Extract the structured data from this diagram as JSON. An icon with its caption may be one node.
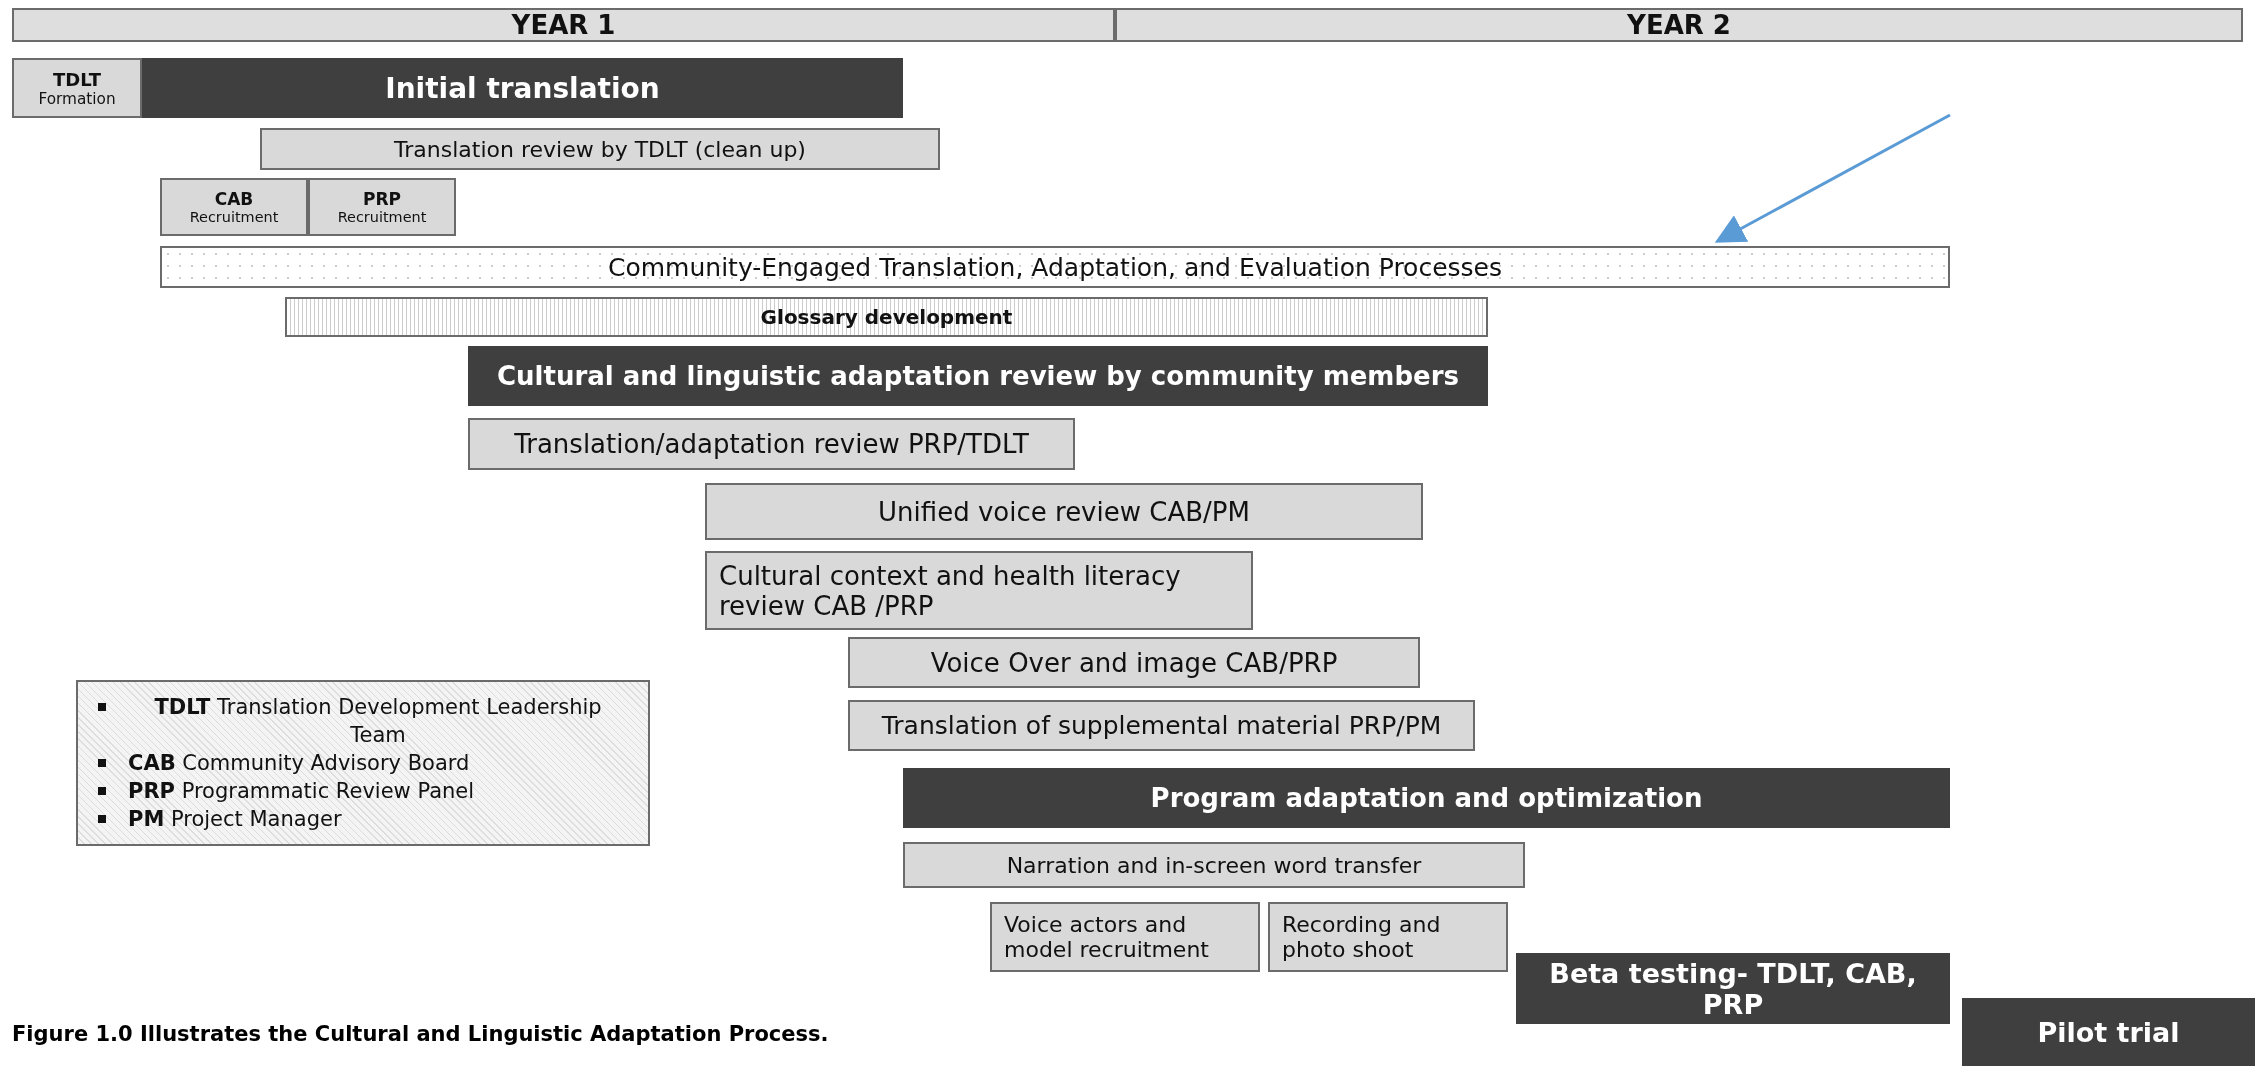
{
  "diagram": {
    "caption": "Figure 1.0 Illustrates the Cultural and Linguistic Adaptation Process.",
    "nodes": [
      {
        "text": [
          "YEAR 1"
        ]
      },
      {
        "text": [
          "YEAR 2"
        ]
      },
      {
        "text": [
          "TDLT",
          "Formation"
        ]
      },
      {
        "text": [
          "Initial translation"
        ]
      },
      {
        "text": [
          "Translation review by TDLT (clean up)"
        ]
      },
      {
        "text": [
          "CAB",
          "Recruitment"
        ]
      },
      {
        "text": [
          "PRP",
          "Recruitment"
        ]
      },
      {
        "text": [
          "Community-Engaged Translation, Adaptation, and Evaluation Processes"
        ]
      },
      {
        "text": [
          "Glossary development"
        ]
      },
      {
        "text": [
          "Cultural and linguistic adaptation review by community members"
        ]
      },
      {
        "text": [
          "Translation/adaptation review PRP/TDLT"
        ]
      },
      {
        "text": [
          "Unified voice review CAB/PM"
        ]
      },
      {
        "text": [
          "Cultural context and health literacy review CAB /PRP"
        ]
      },
      {
        "text": [
          "Voice Over and image CAB/PRP"
        ]
      },
      {
        "text": [
          "Translation of supplemental material PRP/PM"
        ]
      },
      {
        "text": [
          "Program adaptation and optimization"
        ]
      },
      {
        "text": [
          "Narration and in-screen word transfer"
        ]
      },
      {
        "text": [
          "Voice actors and model recruitment"
        ]
      },
      {
        "text": [
          "Recording and photo shoot"
        ]
      },
      {
        "text": [
          "Beta testing- TDLT, CAB, PRP"
        ]
      },
      {
        "text": [
          "Pilot trial"
        ]
      },
      {
        "text": [
          "**TDLT** Translation Development Leadership Team",
          "**CAB** Community Advisory Board",
          "**PRP** Programmatic Review Panel",
          "**PM** Project Manager"
        ]
      }
    ],
    "edges": [
      {
        "from": null,
        "to": 7,
        "arrow": "to",
        "color": "#5b9bd5"
      }
    ]
  }
}
